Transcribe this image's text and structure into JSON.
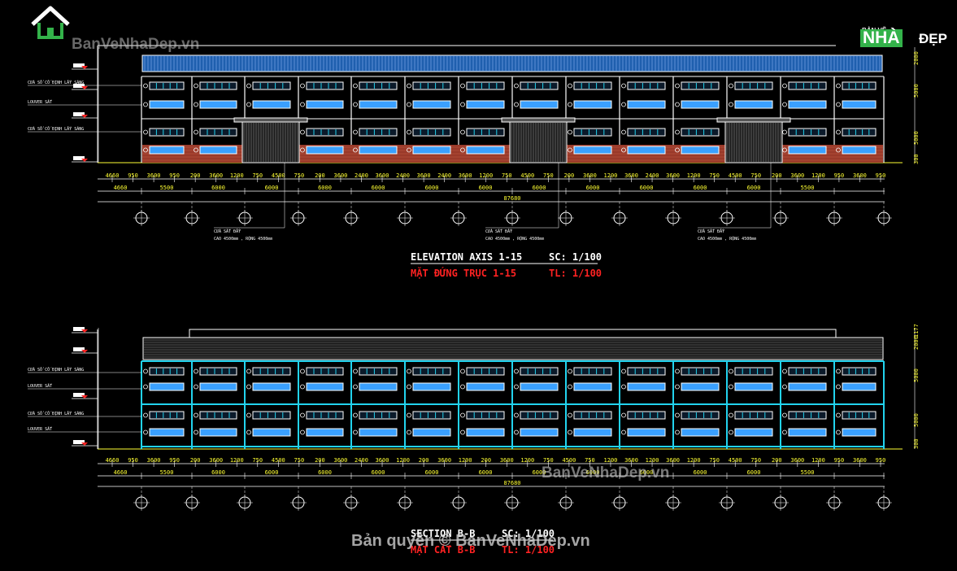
{
  "colors": {
    "yellow": "#ffff33",
    "red": "#ff2222",
    "white": "#ffffff",
    "cyan": "#22d3ee",
    "window_blue": "#3aa0ff",
    "roof_blue": "#1f5fae",
    "brick": "#9a3a2a",
    "grey": "#8a8a8a",
    "green": "#33b24a"
  },
  "watermarks": {
    "top": "BanVeNhaDep.vn",
    "mid": "BanVeNhaDep.vn",
    "bottom": "Bản quyền © BanVeNhaDep.vn"
  },
  "logo": {
    "small": "BẢN VẼ",
    "nha": "NHÀ",
    "dep": "ĐẸP",
    "icon": "house-logo-icon"
  },
  "elevation": {
    "title_en": "ELEVATION AXIS  1-15",
    "scale_en": "SC: 1/100",
    "title_vn": "MẶT ĐỨNG TRỤC 1-15",
    "scale_vn": "TL: 1/100",
    "notes_left": [
      "CỬA SỔ CỐ ĐỊNH LẤY SÁNG",
      "LOUVER SẮT",
      "CỬA SỔ CỐ ĐỊNH LẤY SÁNG"
    ],
    "door_note_title": "CỬA SẮT ĐẨY",
    "door_note_size": "CAO 4500mm , RỘNG 4500mm",
    "right_dims": [
      "2000",
      "5000",
      "5000",
      "300"
    ],
    "dim_row1": [
      "4660",
      "950",
      "3600",
      "950",
      "200",
      "3600",
      "1200",
      "750",
      "4500",
      "750",
      "200",
      "3600",
      "2400",
      "3600",
      "2400",
      "3600",
      "2400",
      "3600",
      "1200",
      "750",
      "4500",
      "750",
      "200",
      "3600",
      "1200",
      "3600",
      "2400",
      "3600",
      "1200",
      "750",
      "4500",
      "750",
      "200",
      "3600",
      "1200",
      "950",
      "3600",
      "950"
    ],
    "dim_row2": [
      "4660",
      "5500",
      "6000",
      "6000",
      "6000",
      "6000",
      "6000",
      "6000",
      "6000",
      "6000",
      "6000",
      "6000",
      "6000",
      "5500"
    ],
    "total": "87680"
  },
  "section": {
    "title_en": "SECTION  B-B",
    "scale_en": "SC: 1/100",
    "title_vn": "MẶT CẮT B-B",
    "scale_vn": "TL: 1/100",
    "notes_left": [
      "CỬA SỔ CỐ ĐỊNH LẤY SÁNG",
      "LOUVER SẮT",
      "CỬA SỔ CỐ ĐỊNH LẤY SÁNG",
      "LOUVER SẮT"
    ],
    "right_dims": [
      "1177",
      "2000",
      "5000",
      "5000",
      "300"
    ],
    "dim_row1": [
      "4660",
      "950",
      "3600",
      "950",
      "200",
      "3600",
      "1200",
      "750",
      "4500",
      "750",
      "200",
      "3600",
      "2400",
      "3600",
      "1200",
      "200",
      "3600",
      "1200",
      "200",
      "3600",
      "1200",
      "750",
      "4500",
      "750",
      "1200",
      "3600",
      "1200",
      "3600",
      "1200",
      "750",
      "4500",
      "750",
      "200",
      "3600",
      "1200",
      "950",
      "3600",
      "950"
    ],
    "dim_row2": [
      "4660",
      "5500",
      "6000",
      "6000",
      "6000",
      "6000",
      "6000",
      "6000",
      "6000",
      "6000",
      "6000",
      "6000",
      "6000",
      "5500"
    ],
    "total": "87680"
  }
}
